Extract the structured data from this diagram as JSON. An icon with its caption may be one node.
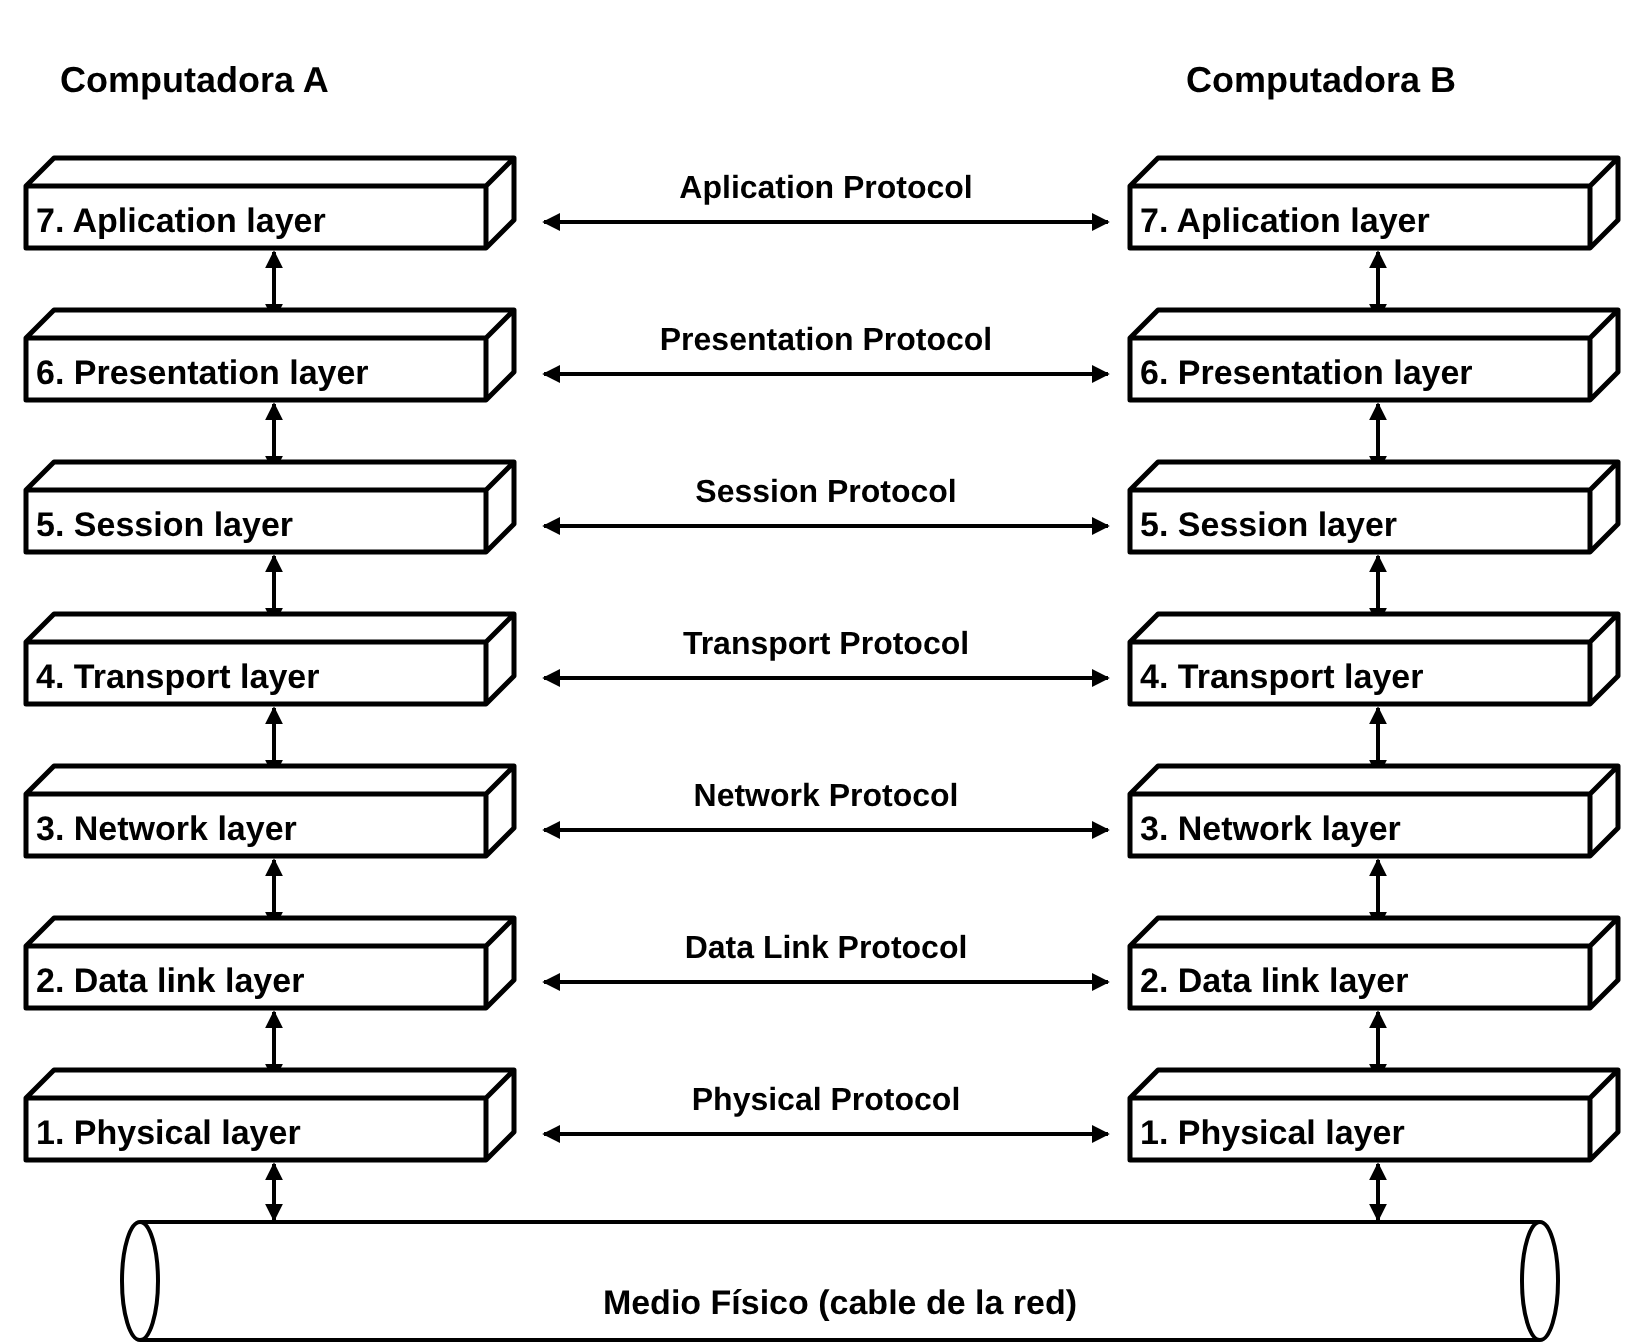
{
  "diagram": {
    "nodes": [
      {
        "text": [
          "7. Aplication layer"
        ]
      },
      {
        "text": [
          "6. Presentation layer"
        ]
      },
      {
        "text": [
          "5. Session layer"
        ]
      },
      {
        "text": [
          "4. Transport layer"
        ]
      },
      {
        "text": [
          "3. Network layer"
        ]
      },
      {
        "text": [
          "2. Data link layer"
        ]
      },
      {
        "text": [
          "1. Physical layer"
        ]
      },
      {
        "text": [
          "7. Aplication layer"
        ]
      },
      {
        "text": [
          "6. Presentation layer"
        ]
      },
      {
        "text": [
          "5. Session layer"
        ]
      },
      {
        "text": [
          "4. Transport layer"
        ]
      },
      {
        "text": [
          "3. Network layer"
        ]
      },
      {
        "text": [
          "2. Data link layer"
        ]
      },
      {
        "text": [
          "1. Physical layer"
        ]
      },
      {
        "text": [
          "Medio Físico (cable de la red)"
        ]
      }
    ],
    "edges": [
      {
        "from": 0,
        "to": 7,
        "arrow": "both",
        "label": "Aplication Protocol"
      },
      {
        "from": 1,
        "to": 8,
        "arrow": "both",
        "label": "Presentation Protocol"
      },
      {
        "from": 2,
        "to": 9,
        "arrow": "both",
        "label": "Session Protocol"
      },
      {
        "from": 3,
        "to": 10,
        "arrow": "both",
        "label": "Transport Protocol"
      },
      {
        "from": 4,
        "to": 11,
        "arrow": "both",
        "label": "Network Protocol"
      },
      {
        "from": 5,
        "to": 12,
        "arrow": "both",
        "label": "Data Link Protocol"
      },
      {
        "from": 6,
        "to": 13,
        "arrow": "both",
        "label": "Physical Protocol"
      },
      {
        "from": 0,
        "to": 1,
        "arrow": "both"
      },
      {
        "from": 1,
        "to": 2,
        "arrow": "both"
      },
      {
        "from": 2,
        "to": 3,
        "arrow": "both"
      },
      {
        "from": 3,
        "to": 4,
        "arrow": "both"
      },
      {
        "from": 4,
        "to": 5,
        "arrow": "both"
      },
      {
        "from": 5,
        "to": 6,
        "arrow": "both"
      },
      {
        "from": 6,
        "to": 14,
        "arrow": "both"
      },
      {
        "from": 7,
        "to": 8,
        "arrow": "both"
      },
      {
        "from": 8,
        "to": 9,
        "arrow": "both"
      },
      {
        "from": 9,
        "to": 10,
        "arrow": "both"
      },
      {
        "from": 10,
        "to": 11,
        "arrow": "both"
      },
      {
        "from": 11,
        "to": 12,
        "arrow": "both"
      },
      {
        "from": 12,
        "to": 13,
        "arrow": "both"
      },
      {
        "from": 13,
        "to": 14,
        "arrow": "both"
      }
    ],
    "labels": [
      "Computadora A",
      "Computadora B"
    ]
  }
}
